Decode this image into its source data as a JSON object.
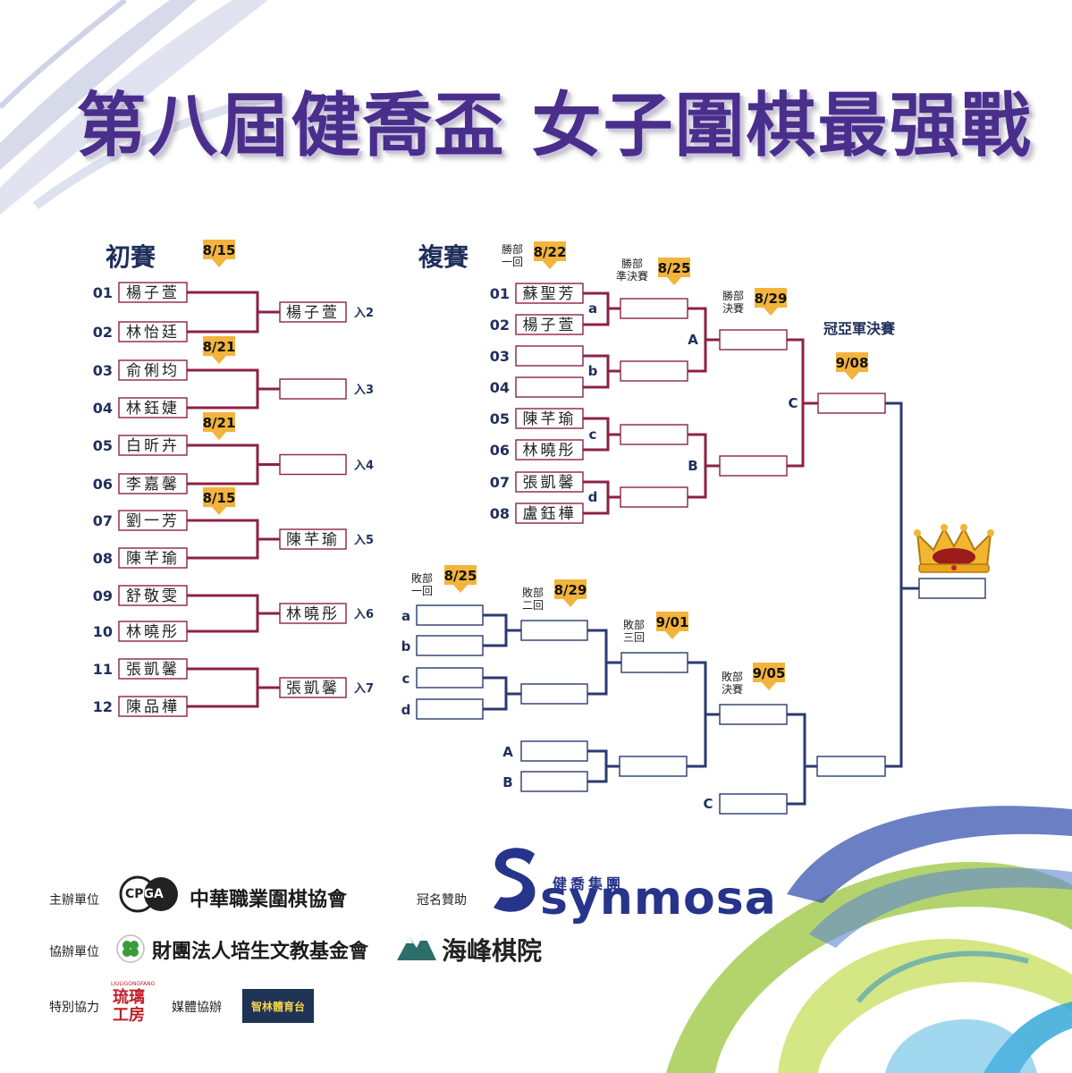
{
  "title": "第八屆健喬盃  女子圍棋最强戰",
  "sections": {
    "prelim": "初賽",
    "main": "複賽"
  },
  "labels": {
    "winners_r1": "勝部\n一回",
    "winners_semi": "勝部\n準決賽",
    "winners_final": "勝部\n決賽",
    "grand_final": "冠亞軍決賽",
    "losers_r1": "敗部\n一回",
    "losers_r2": "敗部\n二回",
    "losers_r3": "敗部\n三回",
    "losers_final": "敗部\n決賽"
  },
  "date_tags": [
    {
      "id": "prelim",
      "text": "8/15"
    },
    {
      "id": "prelim-m2",
      "text": "8/21"
    },
    {
      "id": "prelim-m3",
      "text": "8/21"
    },
    {
      "id": "prelim-m4",
      "text": "8/15"
    },
    {
      "id": "wr1",
      "text": "8/22"
    },
    {
      "id": "wsemi",
      "text": "8/25"
    },
    {
      "id": "wfinal",
      "text": "8/29"
    },
    {
      "id": "grand",
      "text": "9/08"
    },
    {
      "id": "lr1",
      "text": "8/25"
    },
    {
      "id": "lr2",
      "text": "8/29"
    },
    {
      "id": "lr3",
      "text": "9/01"
    },
    {
      "id": "lfinal",
      "text": "9/05"
    }
  ],
  "prelim": {
    "players": [
      {
        "seed": "01",
        "name": "楊子萱"
      },
      {
        "seed": "02",
        "name": "林怡廷"
      },
      {
        "seed": "03",
        "name": "俞俐均"
      },
      {
        "seed": "04",
        "name": "林鈺婕"
      },
      {
        "seed": "05",
        "name": "白昕卉"
      },
      {
        "seed": "06",
        "name": "李嘉馨"
      },
      {
        "seed": "07",
        "name": "劉一芳"
      },
      {
        "seed": "08",
        "name": "陳芊瑜"
      },
      {
        "seed": "09",
        "name": "舒敬雯"
      },
      {
        "seed": "10",
        "name": "林曉彤"
      },
      {
        "seed": "11",
        "name": "張凱馨"
      },
      {
        "seed": "12",
        "name": "陳品樺"
      }
    ],
    "winners": [
      {
        "name": "楊子萱",
        "slot": "入2"
      },
      {
        "name": "",
        "slot": "入3"
      },
      {
        "name": "",
        "slot": "入4"
      },
      {
        "name": "陳芊瑜",
        "slot": "入5"
      },
      {
        "name": "林曉彤",
        "slot": "入6"
      },
      {
        "name": "張凱馨",
        "slot": "入7"
      }
    ]
  },
  "main": {
    "players": [
      {
        "seed": "01",
        "name": "蘇聖芳"
      },
      {
        "seed": "02",
        "name": "楊子萱"
      },
      {
        "seed": "03",
        "name": ""
      },
      {
        "seed": "04",
        "name": ""
      },
      {
        "seed": "05",
        "name": "陳芊瑜"
      },
      {
        "seed": "06",
        "name": "林曉彤"
      },
      {
        "seed": "07",
        "name": "張凱馨"
      },
      {
        "seed": "08",
        "name": "盧鈺樺"
      }
    ],
    "match_letters": [
      "a",
      "b",
      "c",
      "d"
    ],
    "semi_letters": [
      "A",
      "B"
    ],
    "final_letter": "C",
    "losers_r1_slots": [
      "a",
      "b",
      "c",
      "d"
    ],
    "losers_r3_slots": [
      "A",
      "B"
    ],
    "losers_final_slot": "C"
  },
  "footer": {
    "host_label": "主辦單位",
    "host_name": "中華職業圍棋協會",
    "host_logo": "CPGA",
    "sponsor_label": "冠名贊助",
    "sponsor_sub": "健喬集團",
    "sponsor_name": "synmosa",
    "co_label": "協辦單位",
    "co_name": "財團法人培生文教基金會",
    "co_name2": "海峰棋院",
    "special_label": "特別協力",
    "special_name_en": "LIULIGONGFANG",
    "special_name": "琉璃工房",
    "media_label": "媒體協辦",
    "media_name": "智林體育台"
  },
  "colors": {
    "title": "#4a2e8c",
    "winners_line": "#8c2148",
    "losers_line": "#2b3a70",
    "tag": "#f3b43d",
    "navy": "#1f2f5c"
  },
  "icons": [
    "crown-icon",
    "clover-icon",
    "mountain-icon",
    "s-logo-icon"
  ]
}
